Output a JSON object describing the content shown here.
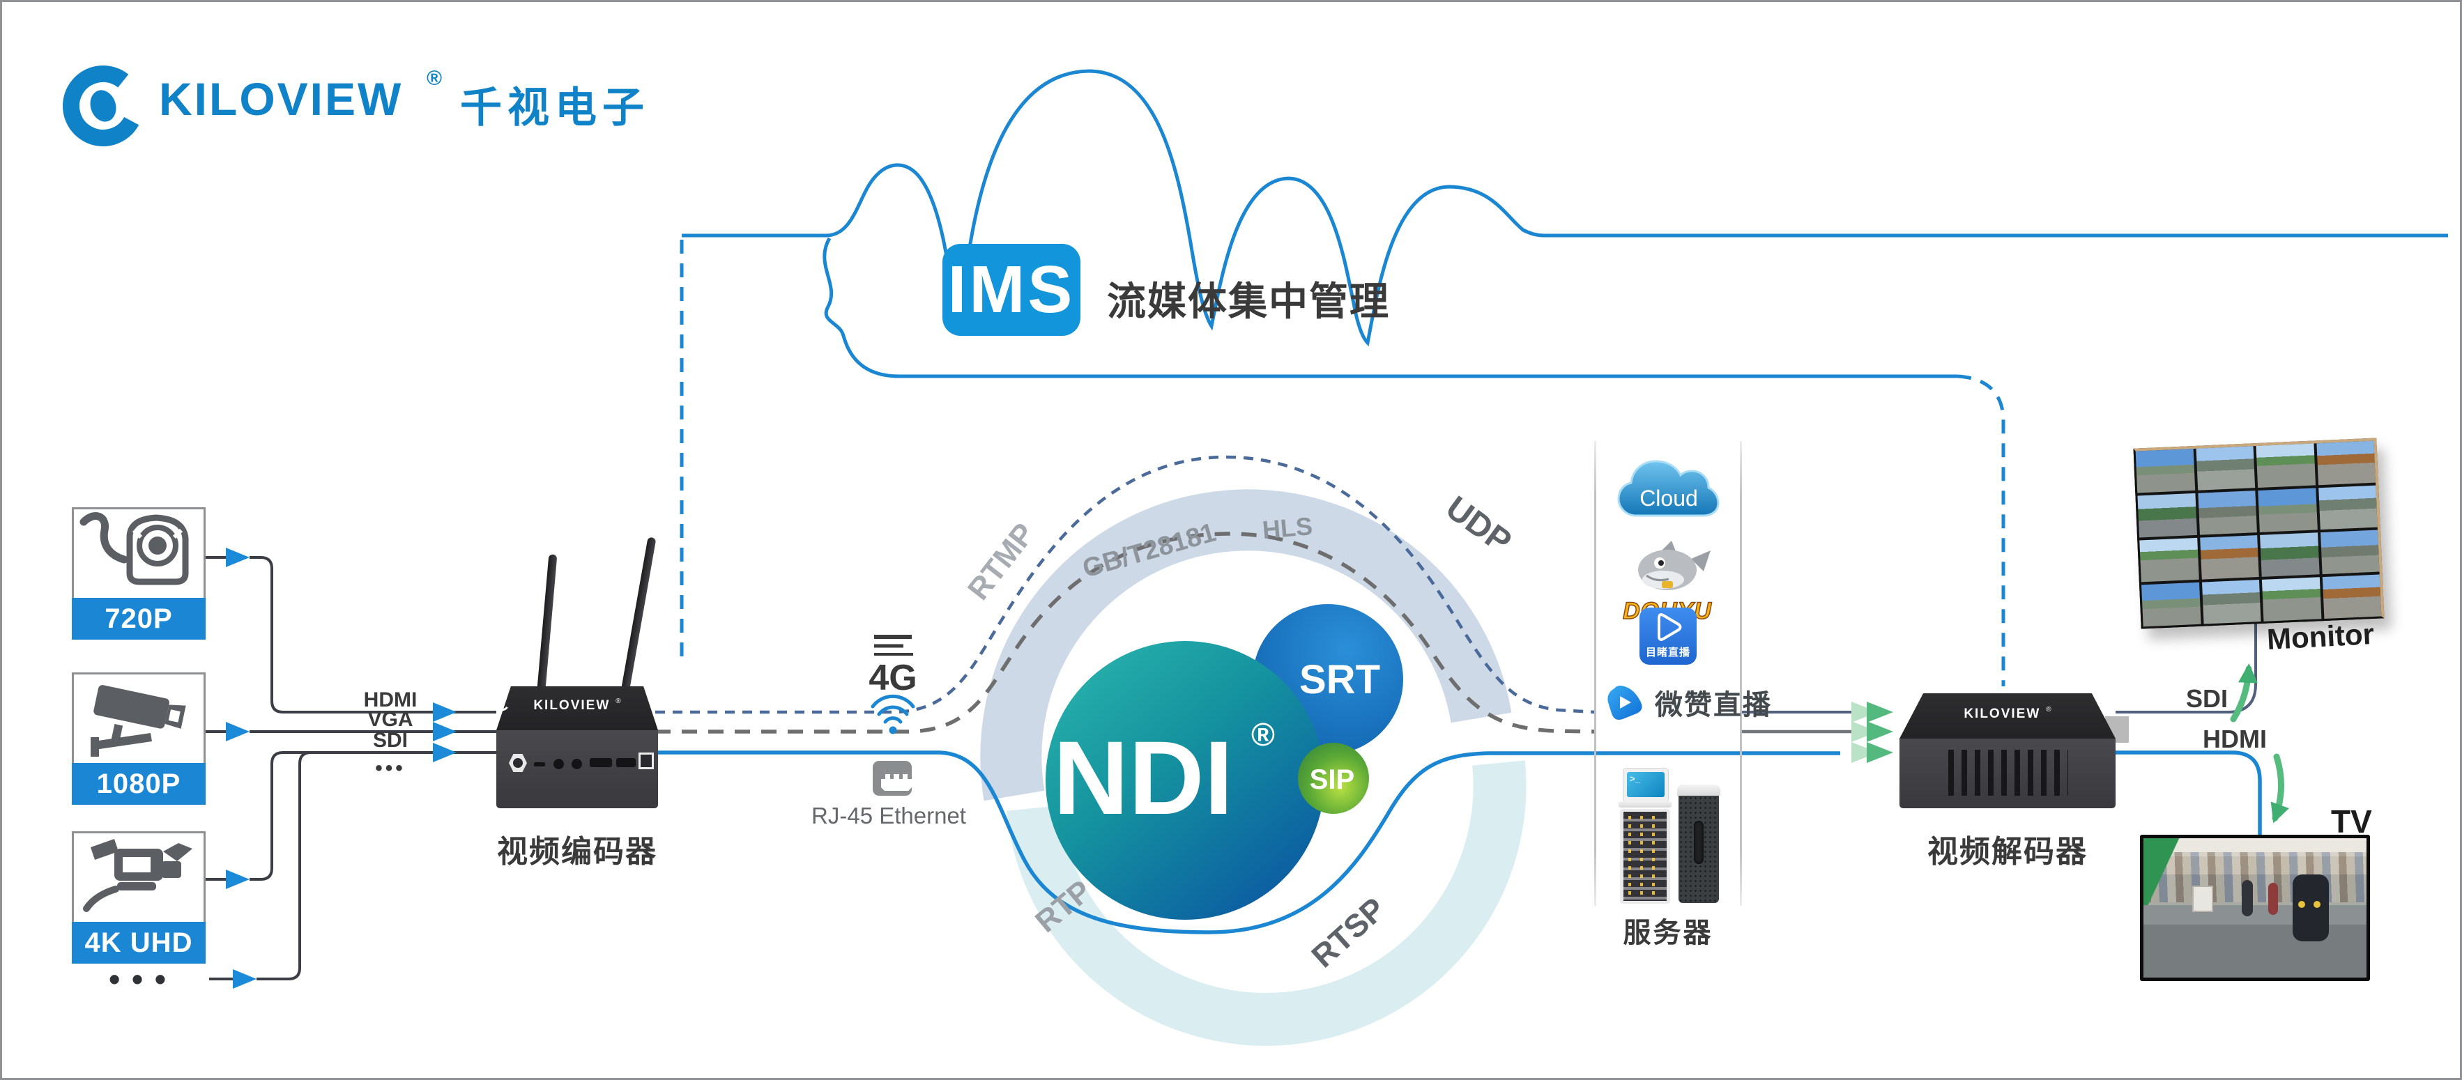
{
  "header": {
    "brand": "KILOVIEW",
    "reg": "®",
    "company": "千视电子"
  },
  "cloud": {
    "badge": "IMS",
    "title": "流媒体集中管理"
  },
  "sources": {
    "items": [
      {
        "label": "720P",
        "icon": "webcam-icon"
      },
      {
        "label": "1080P",
        "icon": "cctv-camera-icon"
      },
      {
        "label": "4K UHD",
        "icon": "camcorder-icon"
      }
    ],
    "more": "• • •"
  },
  "inputs": {
    "labels": [
      "HDMI",
      "VGA",
      "SDI"
    ],
    "more": "•••"
  },
  "encoder": {
    "brand": "KILOVIEW",
    "reg": "®",
    "label": "视频编码器"
  },
  "wireless": {
    "label": "4G"
  },
  "ethernet": {
    "label": "RJ-45 Ethernet"
  },
  "protocols": {
    "top_outer_left": "RTMP",
    "top_band_left": "GB/T28181",
    "top_band_right": "HLS",
    "top_outer_right": "UDP",
    "bottom_left": "RTP",
    "bottom_right": "RTSP"
  },
  "hub": {
    "core": "NDI",
    "reg": "®",
    "srt": "SRT",
    "sip": "SIP"
  },
  "services": {
    "cloud": "Cloud",
    "douyu": "DOUYU",
    "mudu": "目睹直播",
    "weizan": "微赞直播",
    "server": "服务器"
  },
  "decoder": {
    "brand": "KILOVIEW",
    "reg": "®",
    "label": "视频解码器"
  },
  "outputs": {
    "sdi": "SDI",
    "hdmi": "HDMI"
  },
  "displays": {
    "monitor": "Monitor",
    "tv": "TV"
  },
  "colors": {
    "brand_blue": "#0f82c8",
    "line_blue": "#1b87d2",
    "dash_navy": "#4a6a99",
    "dash_gray": "#6e6e6e",
    "band_upper": "#cdd9e7",
    "band_lower": "#daeef2",
    "ndi_teal": "#2cb7ae",
    "ndi_deep": "#0b57a2",
    "srt_blue": "#1470ba",
    "sip_green": "#62b53c",
    "arrow_blue": "#1b8bd9",
    "arrow_green": "#53b97e",
    "card_bar": "#1b86d3",
    "ims_blue": "#1295da",
    "text_dark": "#3a3a3a"
  }
}
